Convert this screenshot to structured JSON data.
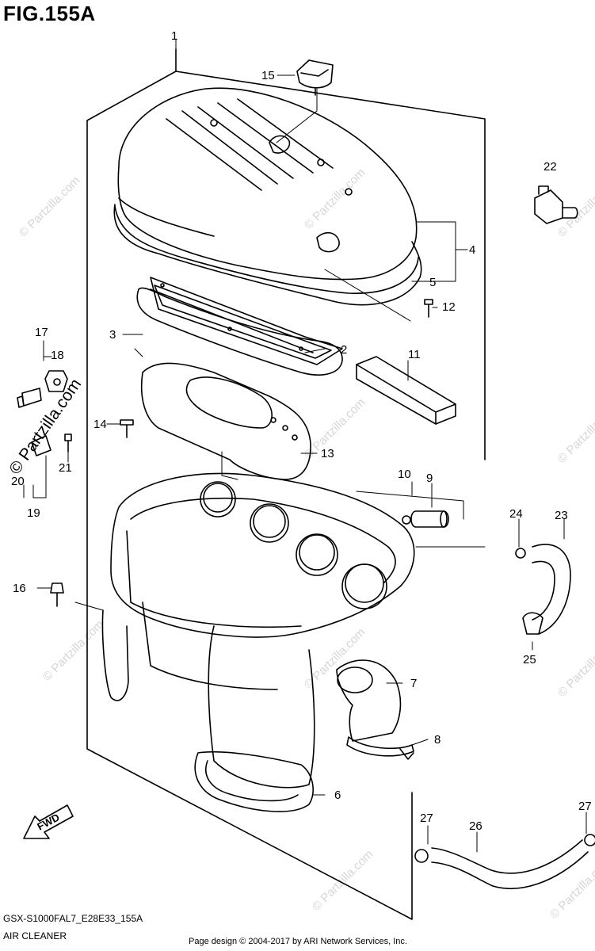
{
  "figure_title": "FIG.155A",
  "diagram_code": "GSX-S1000FAL7_E28E33_155A",
  "section_name": "AIR CLEANER",
  "credit": "Page design © 2004-2017 by ARI Network Services, Inc.",
  "watermark": "© Partzilla.com",
  "fwd_label": "FWD",
  "callouts": [
    "1",
    "2",
    "3",
    "4",
    "5",
    "6",
    "7",
    "8",
    "9",
    "10",
    "11",
    "12",
    "13",
    "14",
    "15",
    "16",
    "17",
    "18",
    "19",
    "20",
    "21",
    "22",
    "23",
    "24",
    "25",
    "26",
    "27",
    "27"
  ]
}
